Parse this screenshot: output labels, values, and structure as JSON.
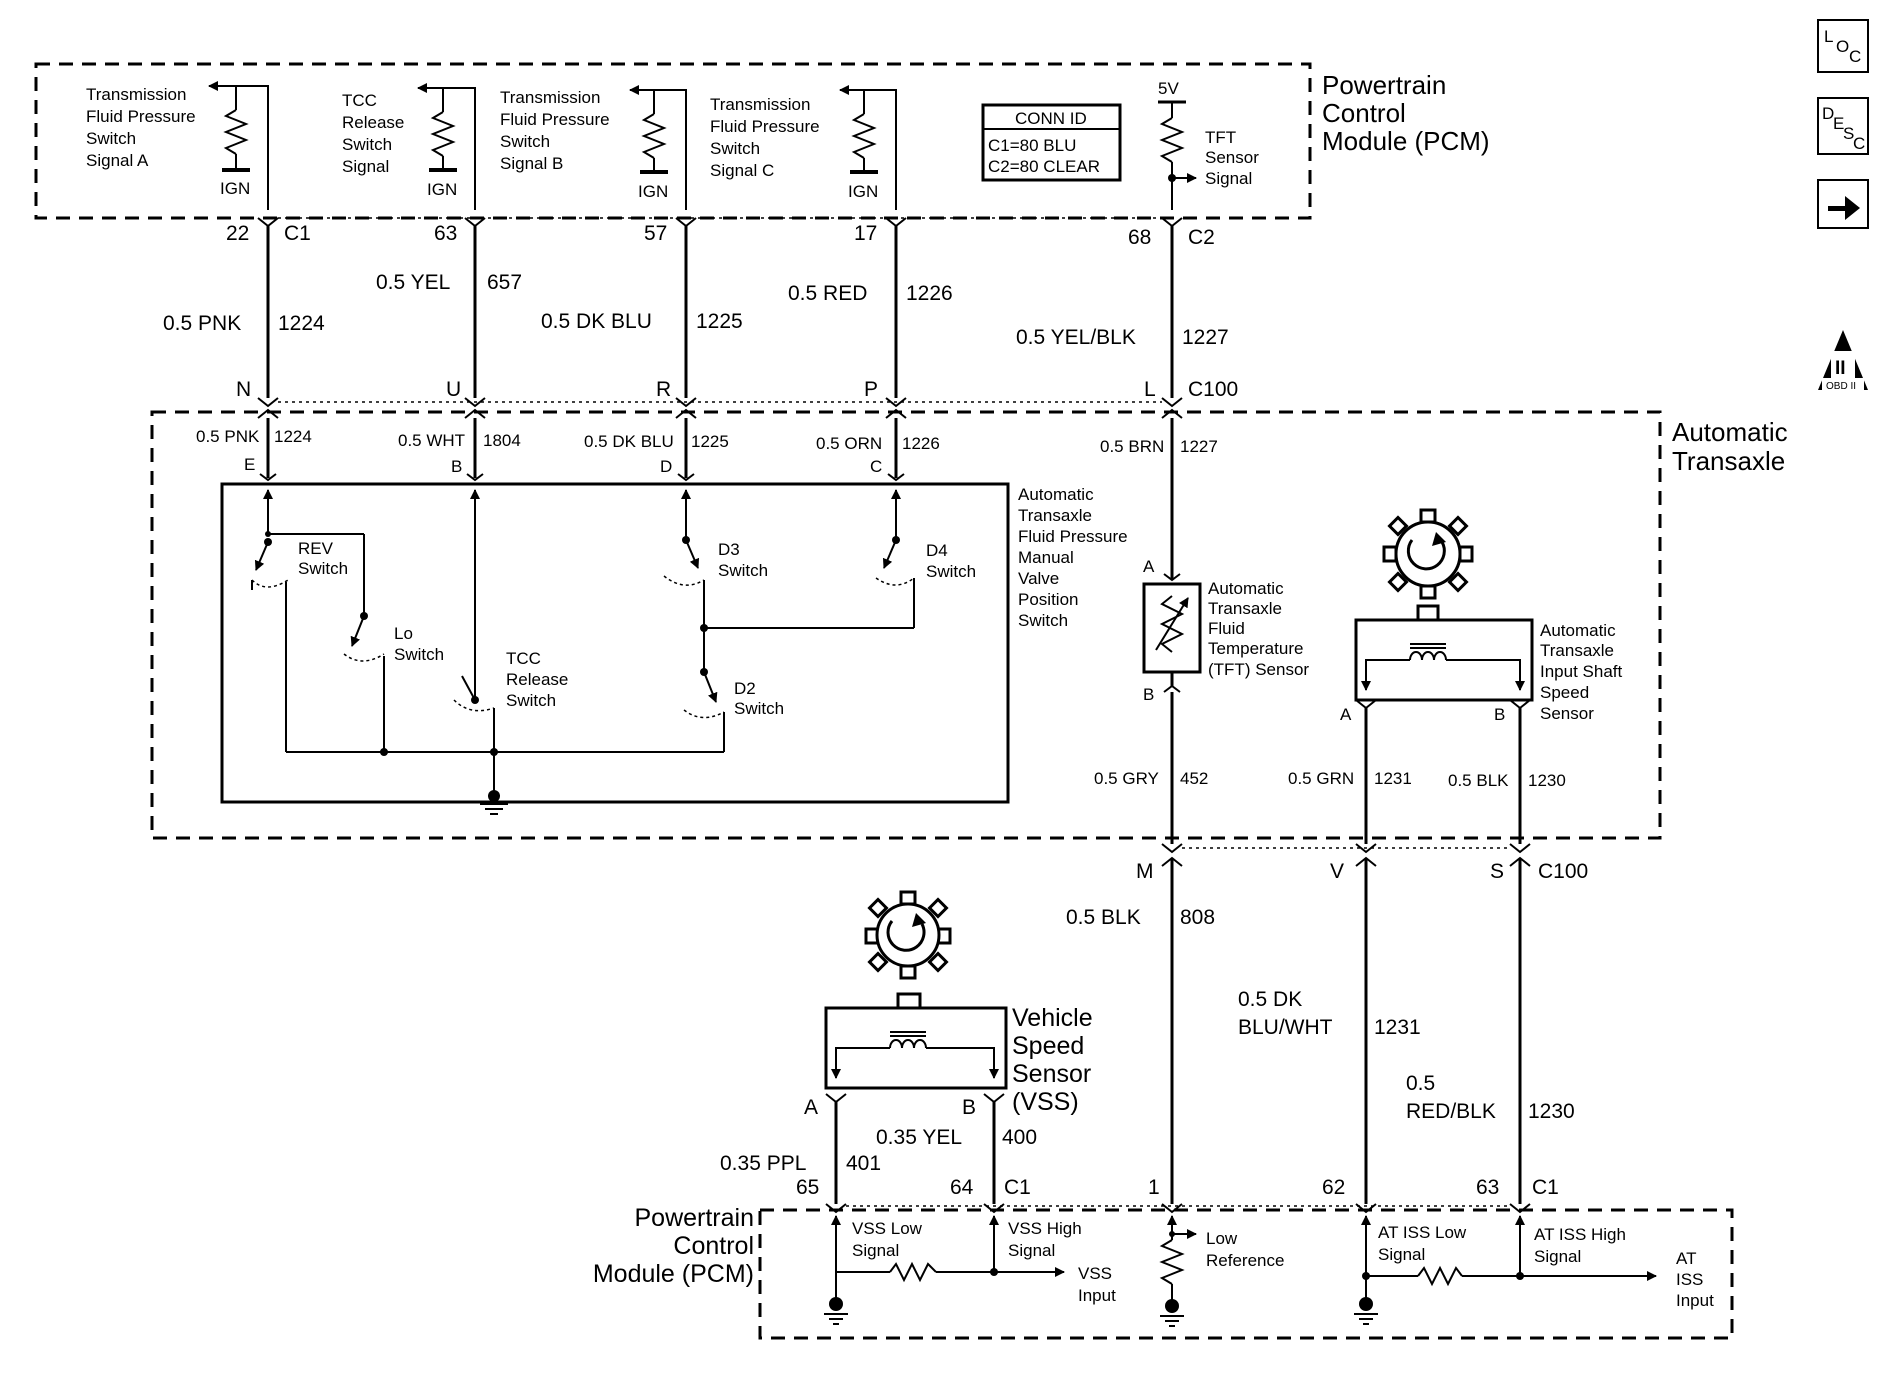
{
  "nav": {
    "loc": {
      "l": "L",
      "o": "O",
      "c": "C"
    },
    "desc": {
      "d": "D",
      "e": "E",
      "s": "S",
      "c": "C"
    },
    "obd_roman": "II",
    "obd_text": "OBD II"
  },
  "pcm_top": {
    "label": [
      "Powertrain",
      "Control",
      "Module (PCM)"
    ],
    "conn_id": {
      "title": "CONN ID",
      "c1": "C1=80 BLU",
      "c2": "C2=80 CLEAR"
    },
    "signals": [
      {
        "label": [
          "Transmission",
          "Fluid Pressure",
          "Switch",
          "Signal A"
        ],
        "supply": "IGN",
        "pin": "22",
        "conn": "C1",
        "wire": "0.5 PNK",
        "circuit": "1224",
        "c100": "N"
      },
      {
        "label": [
          "TCC",
          "Release",
          "Switch",
          "Signal"
        ],
        "supply": "IGN",
        "pin": "63",
        "wire": "0.5 YEL",
        "circuit": "657",
        "c100": "U"
      },
      {
        "label": [
          "Transmission",
          "Fluid Pressure",
          "Switch",
          "Signal B"
        ],
        "supply": "IGN",
        "pin": "57",
        "wire": "0.5 DK BLU",
        "circuit": "1225",
        "c100": "R"
      },
      {
        "label": [
          "Transmission",
          "Fluid Pressure",
          "Switch",
          "Signal C"
        ],
        "supply": "IGN",
        "pin": "17",
        "wire": "0.5 RED",
        "circuit": "1226",
        "c100": "P"
      }
    ],
    "tft": {
      "supply": "5V",
      "label": [
        "TFT",
        "Sensor",
        "Signal"
      ],
      "pin": "68",
      "conn": "C2",
      "wire": "0.5 YEL/BLK",
      "circuit": "1227",
      "c100": "L",
      "c100_name": "C100"
    }
  },
  "transaxle": {
    "label": [
      "Automatic",
      "Transaxle"
    ],
    "switch_assembly": {
      "label": [
        "Automatic",
        "Transaxle",
        "Fluid Pressure",
        "Manual",
        "Valve",
        "Position",
        "Switch"
      ],
      "terminals": [
        {
          "wire": "0.5 PNK",
          "circuit": "1224",
          "pin": "E"
        },
        {
          "wire": "0.5 WHT",
          "circuit": "1804",
          "pin": "B"
        },
        {
          "wire": "0.5 DK BLU",
          "circuit": "1225",
          "pin": "D"
        },
        {
          "wire": "0.5 ORN",
          "circuit": "1226",
          "pin": "C"
        }
      ],
      "switches": {
        "rev": [
          "REV",
          "Switch"
        ],
        "lo": [
          "Lo",
          "Switch"
        ],
        "tcc": [
          "TCC",
          "Release",
          "Switch"
        ],
        "d3": [
          "D3",
          "Switch"
        ],
        "d4": [
          "D4",
          "Switch"
        ],
        "d2": [
          "D2",
          "Switch"
        ]
      }
    },
    "tft_sensor": {
      "label": [
        "Automatic",
        "Transaxle",
        "Fluid",
        "Temperature",
        "(TFT) Sensor"
      ],
      "wire_top": "0.5 BRN",
      "circuit_top": "1227",
      "pin_a": "A",
      "pin_b": "B",
      "wire_bottom": "0.5 GRY",
      "circuit_bottom": "452"
    },
    "iss": {
      "label": [
        "Automatic",
        "Transaxle",
        "Input Shaft",
        "Speed",
        "Sensor"
      ],
      "pin_a": "A",
      "pin_b": "B",
      "wire_a": "0.5 GRN",
      "circuit_a": "1231",
      "wire_b": "0.5 BLK",
      "circuit_b": "1230"
    }
  },
  "lower": {
    "c100_pins": [
      "M",
      "V",
      "S"
    ],
    "c100_name": "C100",
    "wire_m": "0.5 BLK",
    "circuit_m": "808",
    "wire_v": [
      "0.5 DK",
      "BLU/WHT"
    ],
    "circuit_v": "1231",
    "wire_s": [
      "0.5",
      "RED/BLK"
    ],
    "circuit_s": "1230",
    "vss": {
      "label": [
        "Vehicle",
        "Speed",
        "Sensor",
        "(VSS)"
      ],
      "pin_a": "A",
      "pin_b": "B",
      "wire_a": "0.35 PPL",
      "circuit_a": "401",
      "wire_b": "0.35 YEL",
      "circuit_b": "400"
    },
    "pcm_pins": {
      "p65": "65",
      "p64": "64",
      "c1a": "C1",
      "p1": "1",
      "p62": "62",
      "p63": "63",
      "c1b": "C1"
    }
  },
  "pcm_bottom": {
    "label": [
      "Powertrain",
      "Control",
      "Module (PCM)"
    ],
    "vss_low": [
      "VSS Low",
      "Signal"
    ],
    "vss_high": [
      "VSS High",
      "Signal"
    ],
    "vss_input": [
      "VSS",
      "Input"
    ],
    "low_ref": [
      "Low",
      "Reference"
    ],
    "iss_low": [
      "AT ISS Low",
      "Signal"
    ],
    "iss_high": [
      "AT ISS High",
      "Signal"
    ],
    "iss_input": [
      "AT",
      "ISS",
      "Input"
    ]
  }
}
